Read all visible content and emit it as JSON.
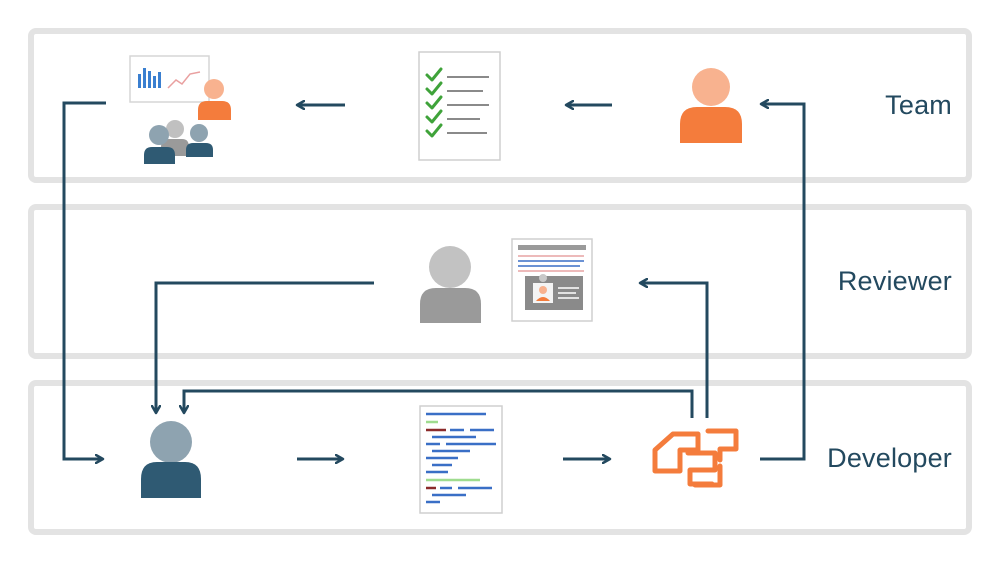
{
  "lanes": {
    "team": {
      "label": "Team"
    },
    "reviewer": {
      "label": "Reviewer"
    },
    "developer": {
      "label": "Developer"
    }
  },
  "colors": {
    "lane_border": "#e3e3e3",
    "label_text": "#23495f",
    "arrow": "#23495f",
    "developer": "#2f5a73",
    "team_member": "#f47c3c",
    "team_member_head": "#f8b28f",
    "reviewer": "#a0a0a0",
    "group_members": "#8ea3b0",
    "check": "#3fa33a",
    "code_blue": "#3a6fc6",
    "code_red": "#8b2a2a",
    "code_green": "#9fdc8f"
  },
  "icons": {
    "team_meeting": "presentation-group-icon",
    "checklist": "checklist-document-icon",
    "team_member": "team-member-avatar-icon",
    "reviewer": "reviewer-avatar-icon",
    "review_document": "review-document-icon",
    "developer": "developer-avatar-icon",
    "source_code": "source-code-document-icon",
    "integration": "integration-logo-icon"
  }
}
